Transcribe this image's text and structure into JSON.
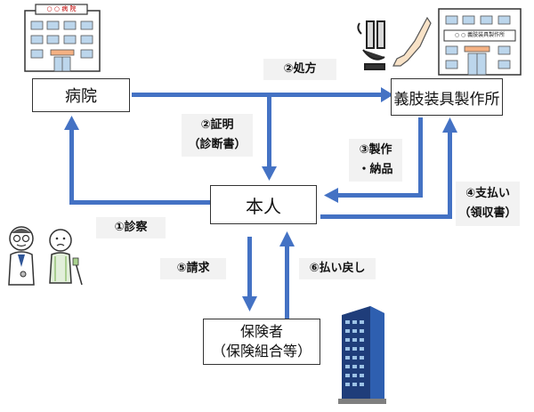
{
  "nodes": {
    "hospital": "病院",
    "manufacturer": "義肢装具製作所",
    "patient": "本人",
    "insurer_line1": "保険者",
    "insurer_line2": "（保険組合等）"
  },
  "flows": {
    "prescription": "②処方",
    "certificate_line1": "②証明",
    "certificate_line2": "（診断書）",
    "production_line1": "③製作",
    "production_line2": "・納品",
    "payment_line1": "④支払い",
    "payment_line2": "（領収書）",
    "examination": "①診察",
    "claim": "⑤請求",
    "refund": "⑥払い戻し"
  },
  "pictures": {
    "hospital_sign": "○ ○ 病 院",
    "manufacturer_sign": "○ ○ 義肢装具製作所"
  },
  "colors": {
    "arrow": "#4472c4",
    "label_bg": "#f2f2f2"
  }
}
